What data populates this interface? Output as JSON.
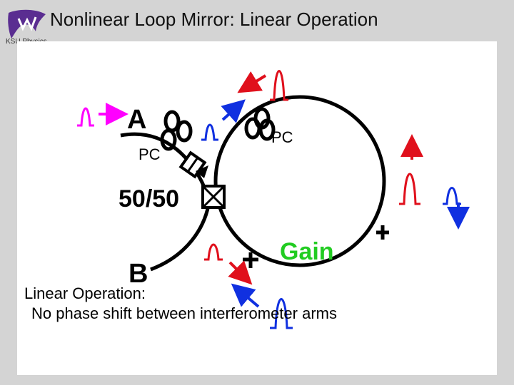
{
  "slide": {
    "title": "Nonlinear Loop Mirror: Linear Operation",
    "logo_caption": "KSU Physics"
  },
  "diagram": {
    "port_a": "A",
    "port_b": "B",
    "coupler_label": "50/50",
    "pc_label_left": "PC",
    "pc_label_right": "PC",
    "gain_label": "Gain"
  },
  "caption": {
    "line1": "Linear Operation:",
    "line2": "No phase shift between interferometer arms"
  },
  "colors": {
    "input_pulse": "#ff00ff",
    "clockwise_pulse": "#e0101c",
    "counter_pulse": "#1030e0",
    "gain": "#22cc22",
    "fiber": "#000000",
    "logo": "#5a2d91"
  }
}
